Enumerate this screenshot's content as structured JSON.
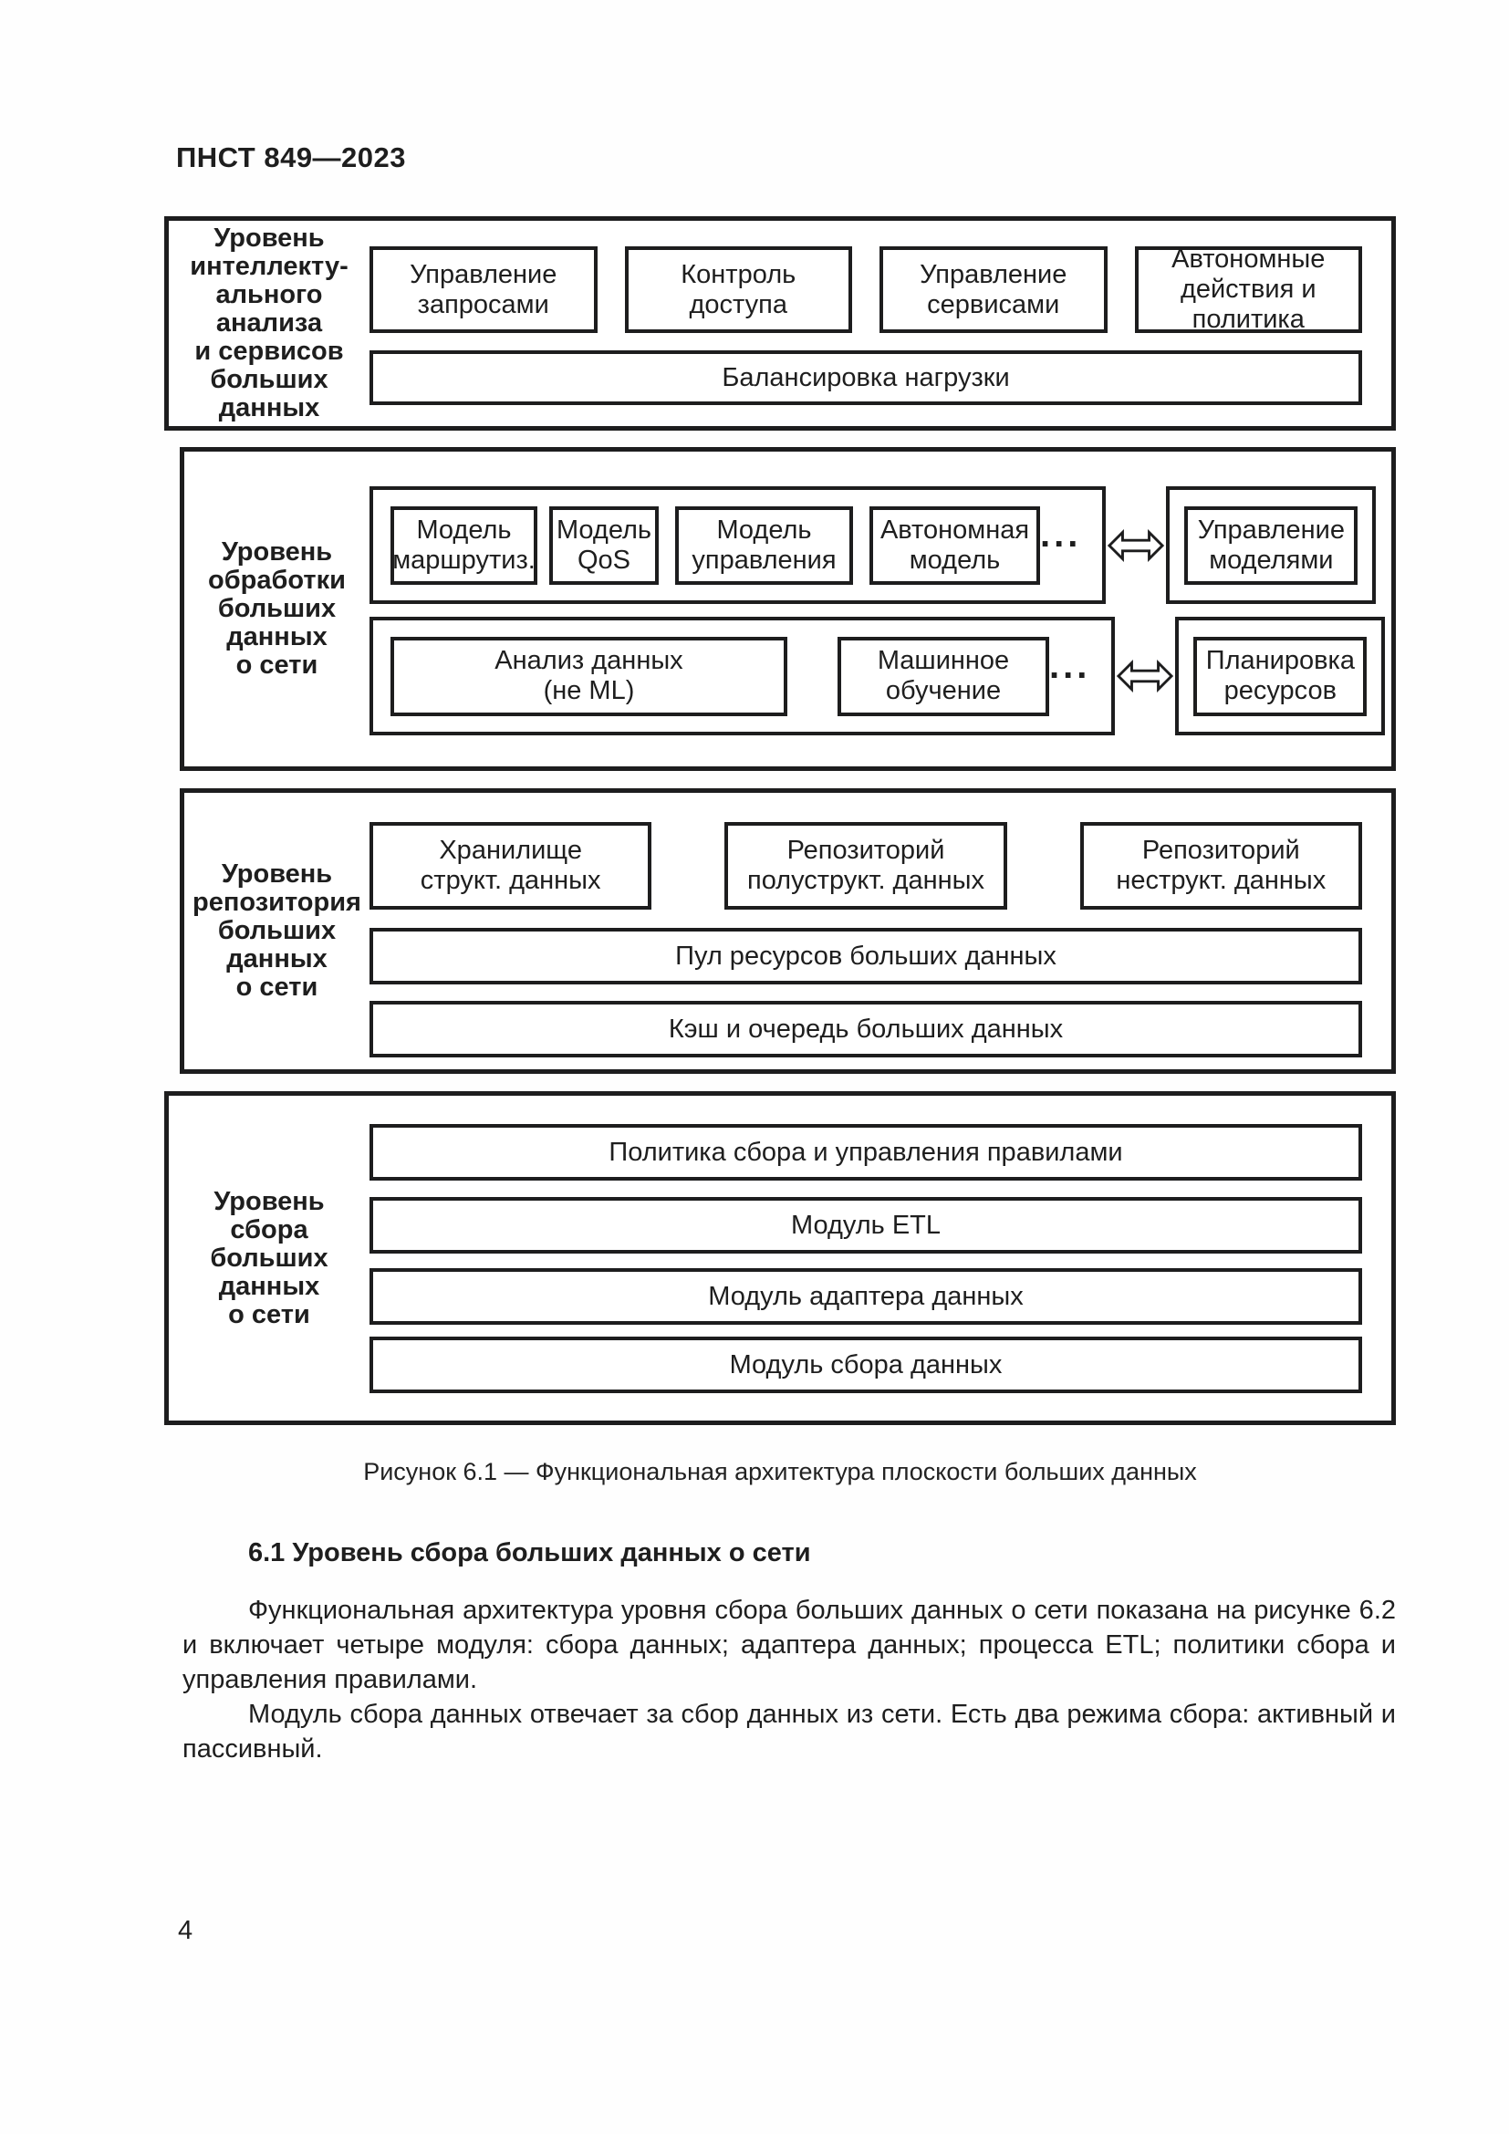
{
  "page": {
    "header": "ПНСТ 849—2023",
    "caption": "Рисунок 6.1 — Функциональная архитектура плоскости больших данных",
    "section": {
      "heading": "6.1 Уровень сбора больших данных о сети",
      "paragraphs": [
        "Функциональная архитектура уровня сбора больших данных о сети показана на рисунке 6.2 и включает четыре модуля: сбора данных; адаптера данных; процесса ETL; политики сбора и управления правилами.",
        "Модуль сбора данных отвечает за сбор данных из сети. Есть два режима сбора: активный и пассивный."
      ]
    },
    "page_number": "4"
  },
  "diagram": {
    "layers": [
      {
        "label": "Уровень\nинтеллекту-\nального\nанализа\nи сервисов\nбольших\nданных",
        "boxes": [
          "Управление\nзапросами",
          "Контроль\nдоступа",
          "Управление\nсервисами",
          "Автономные\nдействия и политика"
        ],
        "wide_box": "Балансировка нагрузки"
      },
      {
        "label": "Уровень\nобработки\nбольших\nданных\nо сети",
        "model_row": {
          "boxes": [
            "Модель\nмаршрутиз.",
            "Модель\nQoS",
            "Модель\nуправления",
            "Автономная\nмодель"
          ],
          "ellipsis": "...",
          "right_box": "Управление\nмоделями"
        },
        "analytics_row": {
          "boxes": [
            "Анализ данных\n(не ML)",
            "Машинное\nобучение"
          ],
          "ellipsis": "...",
          "right_box": "Планировка\nресурсов"
        }
      },
      {
        "label": "Уровень\nрепозитория\nбольших\nданных\nо сети",
        "boxes": [
          "Хранилище\nструкт. данных",
          "Репозиторий\nполуструкт. данных",
          "Репозиторий\nнеструкт. данных"
        ],
        "wide_boxes": [
          "Пул ресурсов больших данных",
          "Кэш и очередь больших данных"
        ]
      },
      {
        "label": "Уровень\nсбора\nбольших\nданных\nо сети",
        "wide_boxes": [
          "Политика сбора и управления правилами",
          "Модуль ETL",
          "Модуль адаптера данных",
          "Модуль сбора данных"
        ]
      }
    ]
  }
}
